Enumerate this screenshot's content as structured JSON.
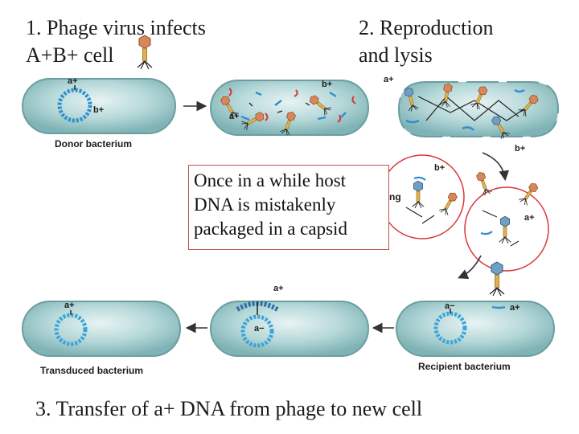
{
  "captions": {
    "step1": "1. Phage virus infects\nA+B+ cell",
    "step2": "2. Reproduction\nand lysis",
    "step3": "3. Transfer of a+ DNA from phage to new cell"
  },
  "note": "Once in a while host\nDNA is mistakenly\npackaged in a capsid",
  "cells": {
    "donor": "Donor bacterium",
    "transduced": "Transduced bacterium",
    "recipient": "Recipient bacterium"
  },
  "gene_labels": {
    "a_plus": "a+",
    "b_plus": "b+",
    "a_minus": "a−"
  },
  "partial_label": "ng",
  "colors": {
    "cell_fill": "#9cc7c9",
    "dna_ring": "#3aa3d8",
    "phage_head": "#d9875a",
    "phage_tail": "#e4b04d",
    "red_dna": "#d8362d",
    "highlight_circle": "#d8363b"
  }
}
